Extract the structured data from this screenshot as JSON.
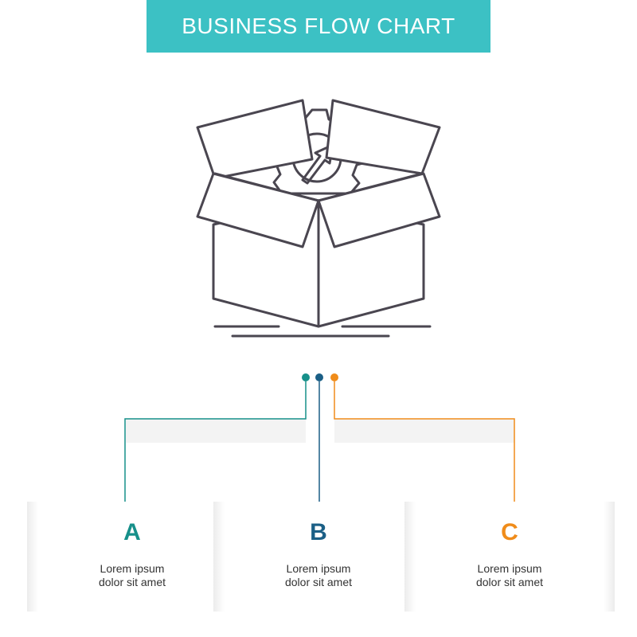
{
  "header": {
    "title": "BUSINESS FLOW CHART"
  },
  "colors": {
    "banner": "#3cc1c4",
    "icon_stroke": "#4a4650",
    "step_a": "#17908a",
    "step_b": "#1b5f86",
    "step_c": "#f08c1a"
  },
  "illustration": {
    "icon": "open-box-gear-arrow-icon"
  },
  "steps": [
    {
      "letter": "A",
      "line1": "Lorem ipsum",
      "line2": "dolor sit amet",
      "color": "#17908a"
    },
    {
      "letter": "B",
      "line1": "Lorem ipsum",
      "line2": "dolor sit amet",
      "color": "#1b5f86"
    },
    {
      "letter": "C",
      "line1": "Lorem ipsum",
      "line2": "dolor sit amet",
      "color": "#f08c1a"
    }
  ]
}
